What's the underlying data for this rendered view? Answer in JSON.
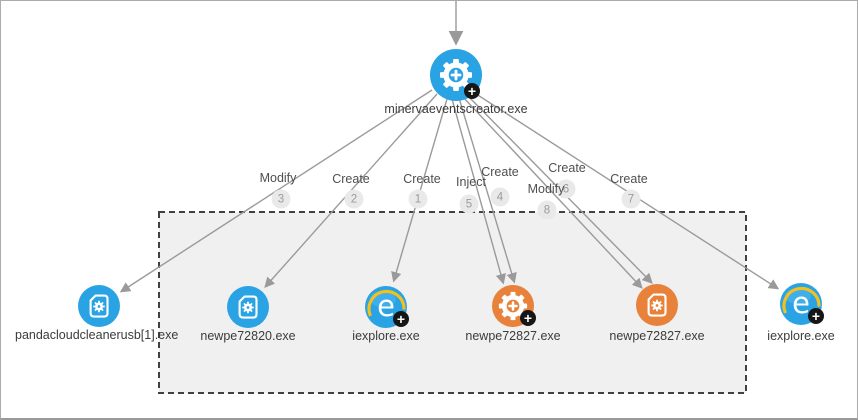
{
  "graph": {
    "root": {
      "label": "minervaeventscreator.exe",
      "icon": "gear-process-icon",
      "color": "#2AA3E4",
      "has_plus_badge": true
    },
    "children": [
      {
        "label": "pandacloudcleanerusb[1].exe",
        "icon": "file-gear-icon",
        "color": "#2AA3E4",
        "has_plus_badge": false,
        "inside_group_box": false
      },
      {
        "label": "newpe72820.exe",
        "icon": "file-gear-icon",
        "color": "#2AA3E4",
        "has_plus_badge": false,
        "inside_group_box": true
      },
      {
        "label": "iexplore.exe",
        "icon": "internet-explorer-icon",
        "color": "#2AA3E4",
        "has_plus_badge": true,
        "inside_group_box": true
      },
      {
        "label": "newpe72827.exe",
        "icon": "gear-process-icon",
        "color": "#E8823A",
        "has_plus_badge": true,
        "inside_group_box": true
      },
      {
        "label": "newpe72827.exe",
        "icon": "file-gear-icon",
        "color": "#E8823A",
        "has_plus_badge": false,
        "inside_group_box": true
      },
      {
        "label": "iexplore.exe",
        "icon": "internet-explorer-icon",
        "color": "#2AA3E4",
        "has_plus_badge": true,
        "inside_group_box": false
      }
    ],
    "edges": [
      {
        "action": "Modify",
        "seq": "3",
        "target": 0
      },
      {
        "action": "Create",
        "seq": "2",
        "target": 1
      },
      {
        "action": "Create",
        "seq": "1",
        "target": 2
      },
      {
        "action": "Inject",
        "seq": "5",
        "target": 3
      },
      {
        "action": "Create",
        "seq": "4",
        "target": 3
      },
      {
        "action": "Create",
        "seq": "6",
        "target": 4
      },
      {
        "action": "Modify",
        "seq": "8",
        "target": 4
      },
      {
        "action": "Create",
        "seq": "7",
        "target": 5
      }
    ],
    "colors": {
      "node_blue": "#2AA3E4",
      "node_orange": "#E8823A",
      "edge_gray": "#9A9A9A",
      "group_box_fill": "#F0F0F0",
      "group_box_border": "#404040",
      "seq_badge_bg": "#E9E9E9",
      "seq_badge_text": "#9B9B9B",
      "label_text": "#3B3B3B"
    },
    "glyphs": {
      "plus_badge": "+",
      "ie_letter": "e"
    }
  }
}
